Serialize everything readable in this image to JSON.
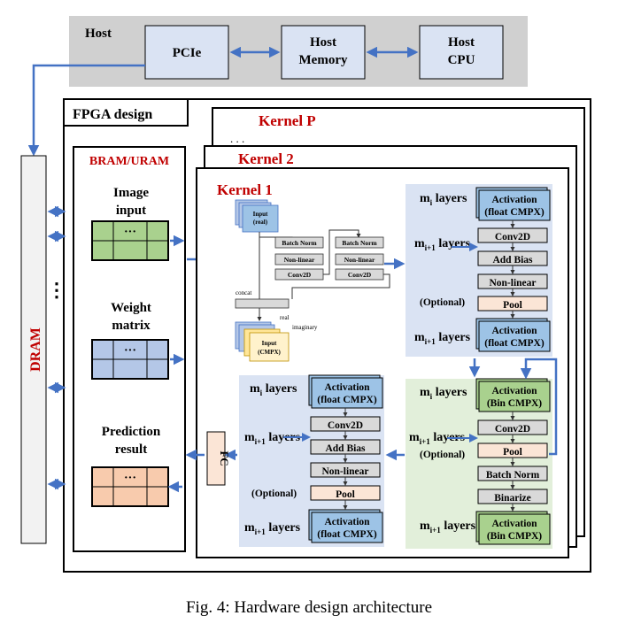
{
  "host": {
    "label": "Host",
    "pcie": "PCIe",
    "memory": [
      "Host",
      "Memory"
    ],
    "cpu": [
      "Host",
      "CPU"
    ]
  },
  "fpga": {
    "label": "FPGA design",
    "dram": "DRAM",
    "dram_dots": "⋮",
    "bram_title": "BRAM/URAM",
    "image_input": [
      "Image",
      "input"
    ],
    "weight_matrix": [
      "Weight",
      "matrix"
    ],
    "prediction": [
      "Prediction",
      "result"
    ],
    "grid_dots": "···",
    "fc": "FC",
    "kernel_p": "Kernel P",
    "kernel_dots": ". . .",
    "kernel_2": "Kernel 2",
    "kernel_1": "Kernel 1"
  },
  "cnn": {
    "input_real": [
      "Input",
      "(real)"
    ],
    "bn": "Batch Norm",
    "nl": "Non-linear",
    "conv": "Conv2D",
    "concat": "concat",
    "real": "real",
    "imaginary": "imaginary",
    "input_cmpx": [
      "Input",
      "(CMPX)"
    ]
  },
  "layers": {
    "mi": "m",
    "mi_sub": "i",
    "mi1_sub": "i+1",
    "layers": " layers",
    "optional": "(Optional)",
    "act_float": [
      "Activation",
      "(float CMPX)"
    ],
    "act_bin": [
      "Activation",
      "(Bin CMPX)"
    ],
    "conv": "Conv2D",
    "add_bias": "Add Bias",
    "non_linear": "Non-linear",
    "pool": "Pool",
    "batch_norm": "Batch Norm",
    "binarize": "Binarize"
  },
  "caption": "Fig. 4: Hardware design architecture"
}
